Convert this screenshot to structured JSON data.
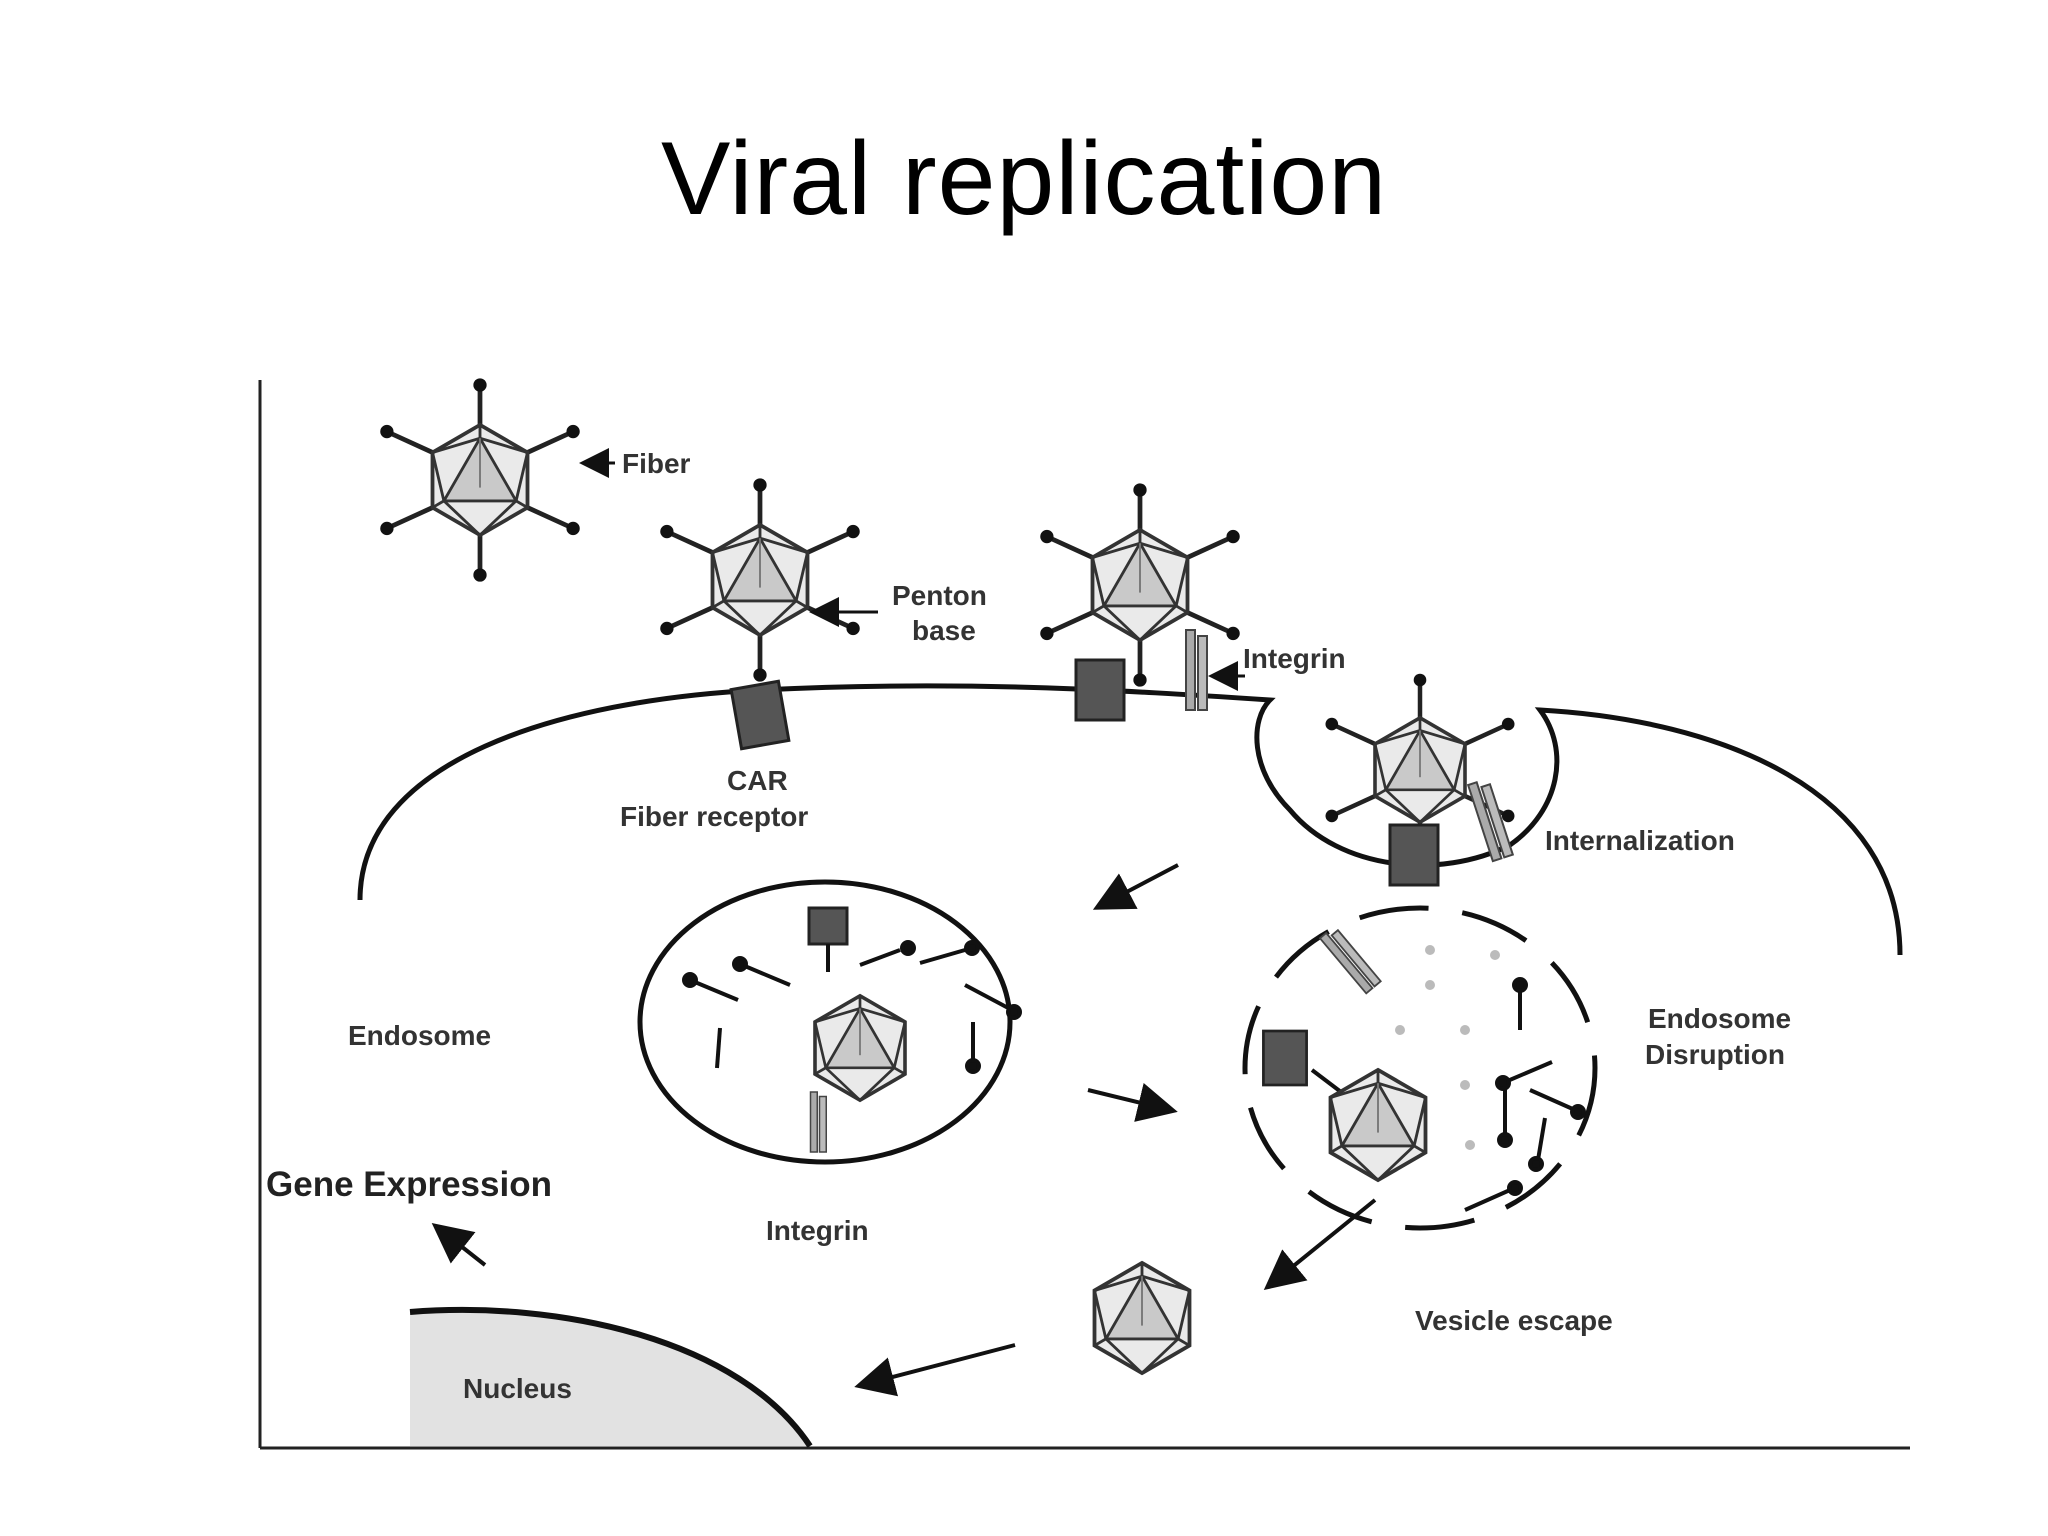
{
  "slide": {
    "title": "Viral replication"
  },
  "diagram": {
    "labels": {
      "fiber": "Fiber",
      "penton_base_line1": "Penton",
      "penton_base_line2": "base",
      "integrin_top": "Integrin",
      "car_line1": "CAR",
      "car_line2": "Fiber receptor",
      "internalization": "Internalization",
      "endosome": "Endosome",
      "endosome_disruption_line1": "Endosome",
      "endosome_disruption_line2": "Disruption",
      "gene_expression": "Gene Expression",
      "integrin_bottom": "Integrin",
      "vesicle_escape": "Vesicle escape",
      "nucleus": "Nucleus"
    }
  }
}
